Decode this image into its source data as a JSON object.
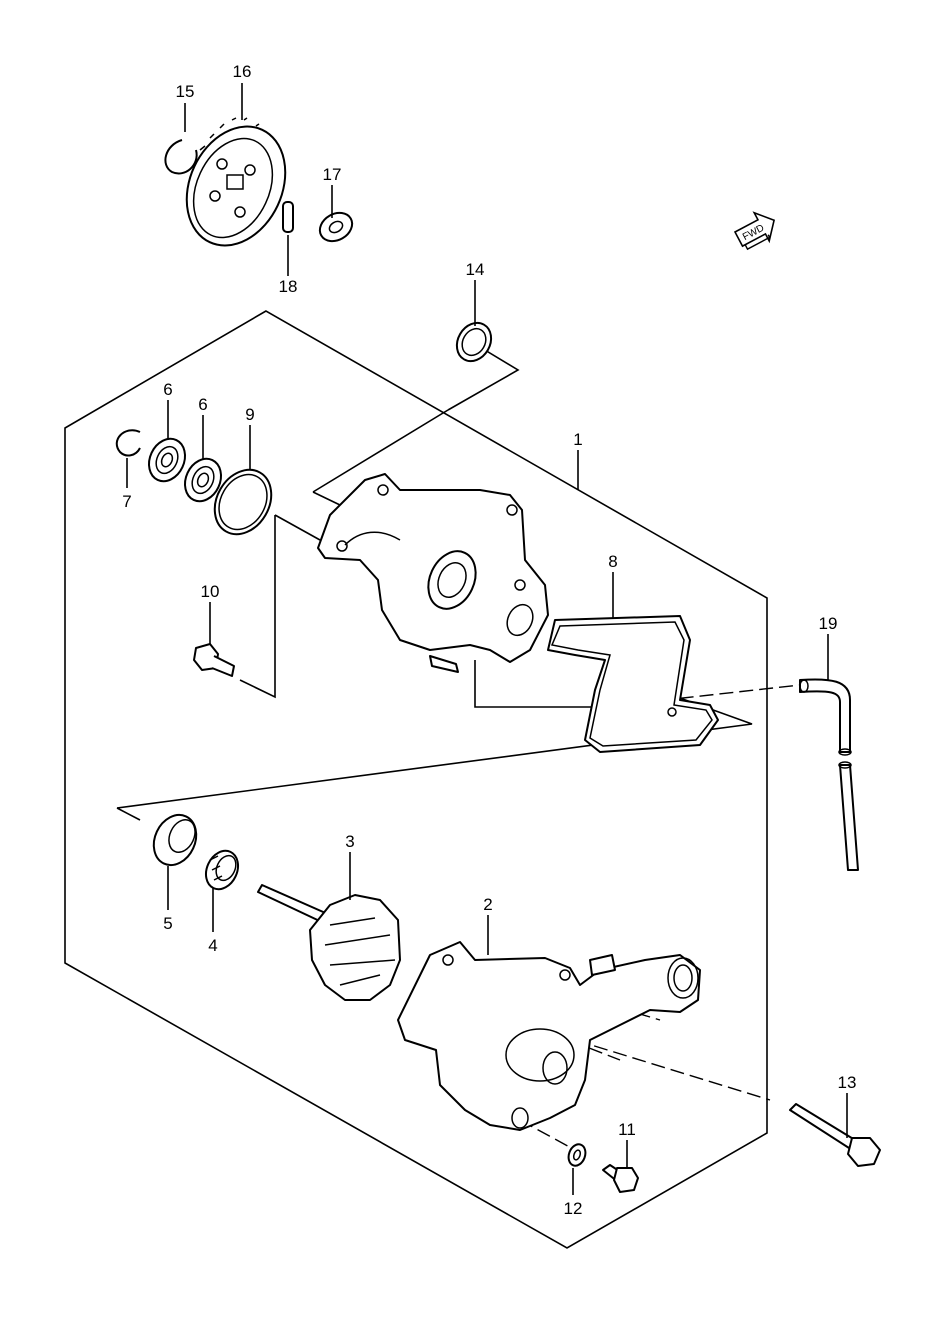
{
  "fwd_badge": "FWD",
  "labels": {
    "1": "1",
    "2": "2",
    "3": "3",
    "4": "4",
    "5": "5",
    "6a": "6",
    "6b": "6",
    "7": "7",
    "8": "8",
    "9": "9",
    "10": "10",
    "11": "11",
    "12": "12",
    "13": "13",
    "14": "14",
    "15": "15",
    "16": "16",
    "17": "17",
    "18": "18",
    "19": "19"
  }
}
